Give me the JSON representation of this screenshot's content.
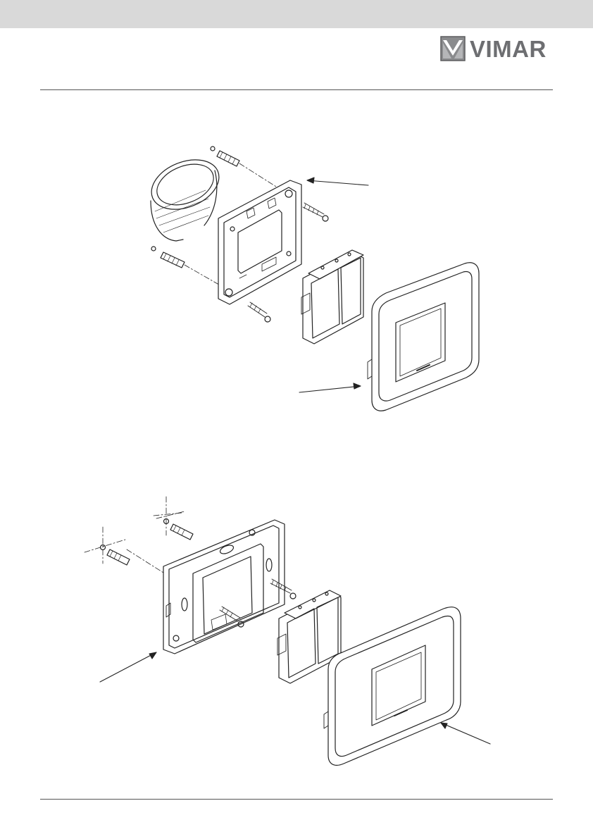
{
  "header": {
    "brand_name": "VIMAR",
    "brand_color": "#6d6e71",
    "band_color": "#d9d9d9"
  },
  "figures": [
    {
      "name": "round-box-installation",
      "icon": "exploded-assembly-diagram"
    },
    {
      "name": "rectangular-box-installation",
      "icon": "exploded-assembly-diagram"
    }
  ]
}
